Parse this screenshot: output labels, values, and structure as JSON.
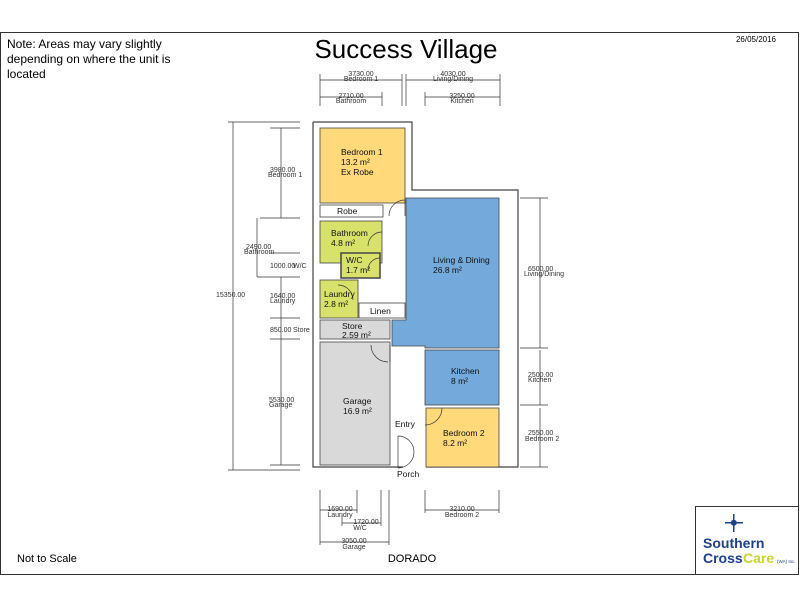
{
  "title": "Success Village",
  "date": "26/05/2016",
  "note": "Note: Areas may vary slightly depending on where the unit is located",
  "scale_note": "Not to Scale",
  "plan_name": "DORADO",
  "logo": {
    "line1": "Southern",
    "line2a": "Cross",
    "line2b": "Care",
    "suffix": "(WA) Inc."
  },
  "colors": {
    "bedroom": "#FFD97A",
    "wet": "#D8E26A",
    "living": "#74A9DB",
    "garage": "#D9D9D9"
  },
  "rooms": {
    "bedroom1": {
      "name": "Bedroom 1",
      "area": "13.2 m²",
      "extra": "Ex Robe"
    },
    "robe": {
      "name": "Robe"
    },
    "bathroom": {
      "name": "Bathroom",
      "area": "4.8 m²"
    },
    "wc": {
      "name": "W/C",
      "area": "1.7 m²"
    },
    "laundry": {
      "name": "Laundry",
      "area": "2.8 m²"
    },
    "linen": {
      "name": "Linen"
    },
    "living": {
      "name": "Living & Dining",
      "area": "26.8 m²"
    },
    "store": {
      "name": "Store",
      "area": "2.59 m²"
    },
    "kitchen": {
      "name": "Kitchen",
      "area": "8 m²"
    },
    "garage": {
      "name": "Garage",
      "area": "16.9 m²"
    },
    "entry": {
      "name": "Entry"
    },
    "bedroom2": {
      "name": "Bedroom 2",
      "area": "8.2 m²"
    },
    "porch": {
      "name": "Porch"
    }
  },
  "dimensions": {
    "top": [
      {
        "value": "3730.00",
        "label": "Bedroom 1"
      },
      {
        "value": "4030.00",
        "label": "Living/Dining"
      },
      {
        "value": "2710.00",
        "label": "Bathroom"
      },
      {
        "value": "3250.00",
        "label": "Kitchen"
      }
    ],
    "left": [
      {
        "value": "15350.00",
        "label": ""
      },
      {
        "value": "3980.00",
        "label": "Bedroom 1"
      },
      {
        "value": "2490.00",
        "label": "Bathroom"
      },
      {
        "value": "1000.00",
        "label": "W/C"
      },
      {
        "value": "1640.00",
        "label": "Laundry"
      },
      {
        "value": "850.00",
        "label": "Store"
      },
      {
        "value": "5530.00",
        "label": "Garage"
      }
    ],
    "right": [
      {
        "value": "6500.00",
        "label": "Living/Dining"
      },
      {
        "value": "2500.00",
        "label": "Kitchen"
      },
      {
        "value": "2550.00",
        "label": "Bedroom 2"
      }
    ],
    "bottom": [
      {
        "value": "1690.00",
        "label": "Laundry"
      },
      {
        "value": "1720.00",
        "label": "W/C"
      },
      {
        "value": "3050.00",
        "label": "Garage"
      },
      {
        "value": "3210.00",
        "label": "Bedroom 2"
      }
    ]
  }
}
